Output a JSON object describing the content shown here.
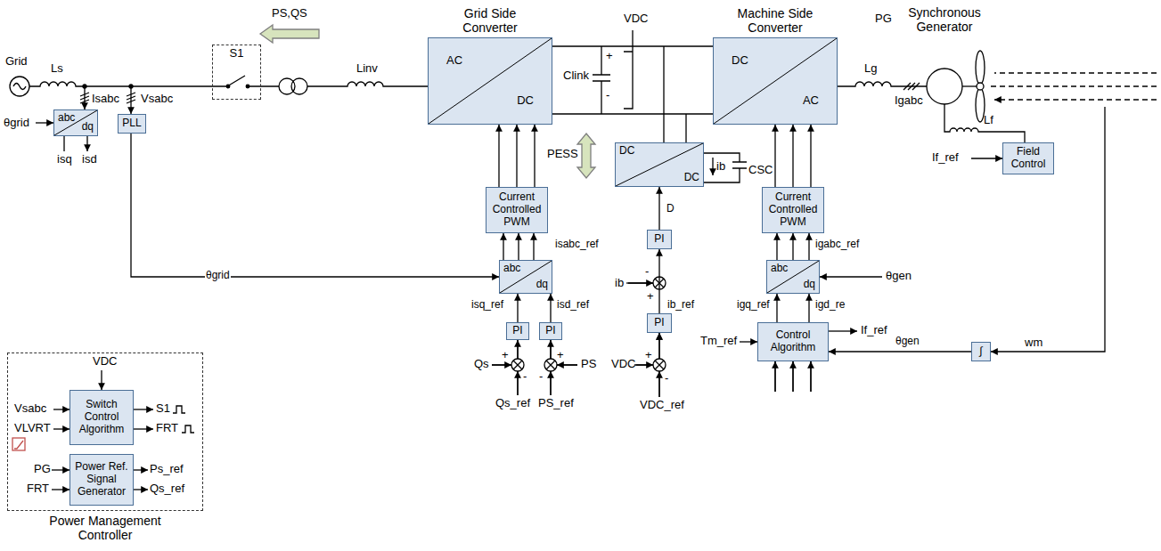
{
  "diagram": {
    "nodes": [
      {
        "text": [
          "Grid Side Converter",
          "AC",
          "DC"
        ]
      },
      {
        "text": [
          "Machine Side Converter",
          "DC",
          "AC"
        ]
      },
      {
        "text": [
          "DC",
          "DC"
        ]
      },
      {
        "text": [
          "Current Controlled PWM"
        ]
      },
      {
        "text": [
          "Current Controlled PWM"
        ]
      },
      {
        "text": [
          "abc",
          "dq"
        ]
      },
      {
        "text": [
          "PLL"
        ]
      },
      {
        "text": [
          "abc",
          "dq"
        ]
      },
      {
        "text": [
          "PI"
        ]
      },
      {
        "text": [
          "PI"
        ]
      },
      {
        "text": [
          "PI"
        ]
      },
      {
        "text": [
          "PI"
        ]
      },
      {
        "text": [
          "abc",
          "dq"
        ]
      },
      {
        "text": [
          "Control Algorithm"
        ]
      },
      {
        "text": [
          "Field Control"
        ]
      },
      {
        "text": [
          "∫"
        ]
      },
      {
        "text": [
          "Power Management Controller"
        ]
      },
      {
        "text": [
          "Switch Control Algorithm"
        ],
        "in": 16
      },
      {
        "text": [
          "Power Ref. Signal Generator"
        ],
        "in": 16
      },
      {
        "text": [
          "S1"
        ]
      }
    ],
    "edges": [
      {
        "from": 3,
        "to": 0,
        "arrow": "to"
      },
      {
        "from": 7,
        "to": 3,
        "arrow": "to",
        "label": "isabc_ref"
      },
      {
        "from": 8,
        "to": 7,
        "arrow": "to",
        "label": "isq_ref"
      },
      {
        "from": 9,
        "to": 7,
        "arrow": "to",
        "label": "isd_ref"
      },
      {
        "from": 6,
        "to": 7,
        "arrow": "to",
        "label": "θgrid"
      },
      {
        "from": 10,
        "to": 2,
        "arrow": "to",
        "label": "D"
      },
      {
        "from": 11,
        "to": 10,
        "arrow": "to",
        "label": "ib_ref"
      },
      {
        "from": 4,
        "to": 1,
        "arrow": "to"
      },
      {
        "from": 12,
        "to": 4,
        "arrow": "to",
        "label": "igabc_ref"
      },
      {
        "from": 13,
        "to": 12,
        "arrow": "to",
        "label": "igq_ref"
      },
      {
        "from": 13,
        "to": 12,
        "arrow": "to",
        "label": "igd_re"
      },
      {
        "from": 15,
        "to": 13,
        "arrow": "to",
        "label": "θgen"
      },
      {
        "from": 0,
        "to": 1,
        "arrow": "none"
      }
    ],
    "labels": [
      "Grid",
      "Ls",
      "Isabc",
      "θgrid",
      "isq",
      "isd",
      "Vsabc",
      "PS,QS",
      "Linv",
      "VDC",
      "Clink",
      "+",
      "-",
      "PG",
      "Synchronous Generator",
      "Lg",
      "Igabc",
      "Lf",
      "If_ref",
      "PESS",
      "ib",
      "CSC",
      "θgen",
      "Tm_ref",
      "If_ref",
      "wm",
      "Qs",
      "+",
      "-",
      "Qs_ref",
      "PS",
      "+",
      "-",
      "PS_ref",
      "ib",
      "-",
      "+",
      "VDC",
      "+",
      "-",
      "VDC_ref",
      "VDC",
      "Vsabc",
      "VLVRT",
      "S1",
      "FRT",
      "PG",
      "FRT",
      "Ps_ref",
      "Qs_ref"
    ]
  }
}
